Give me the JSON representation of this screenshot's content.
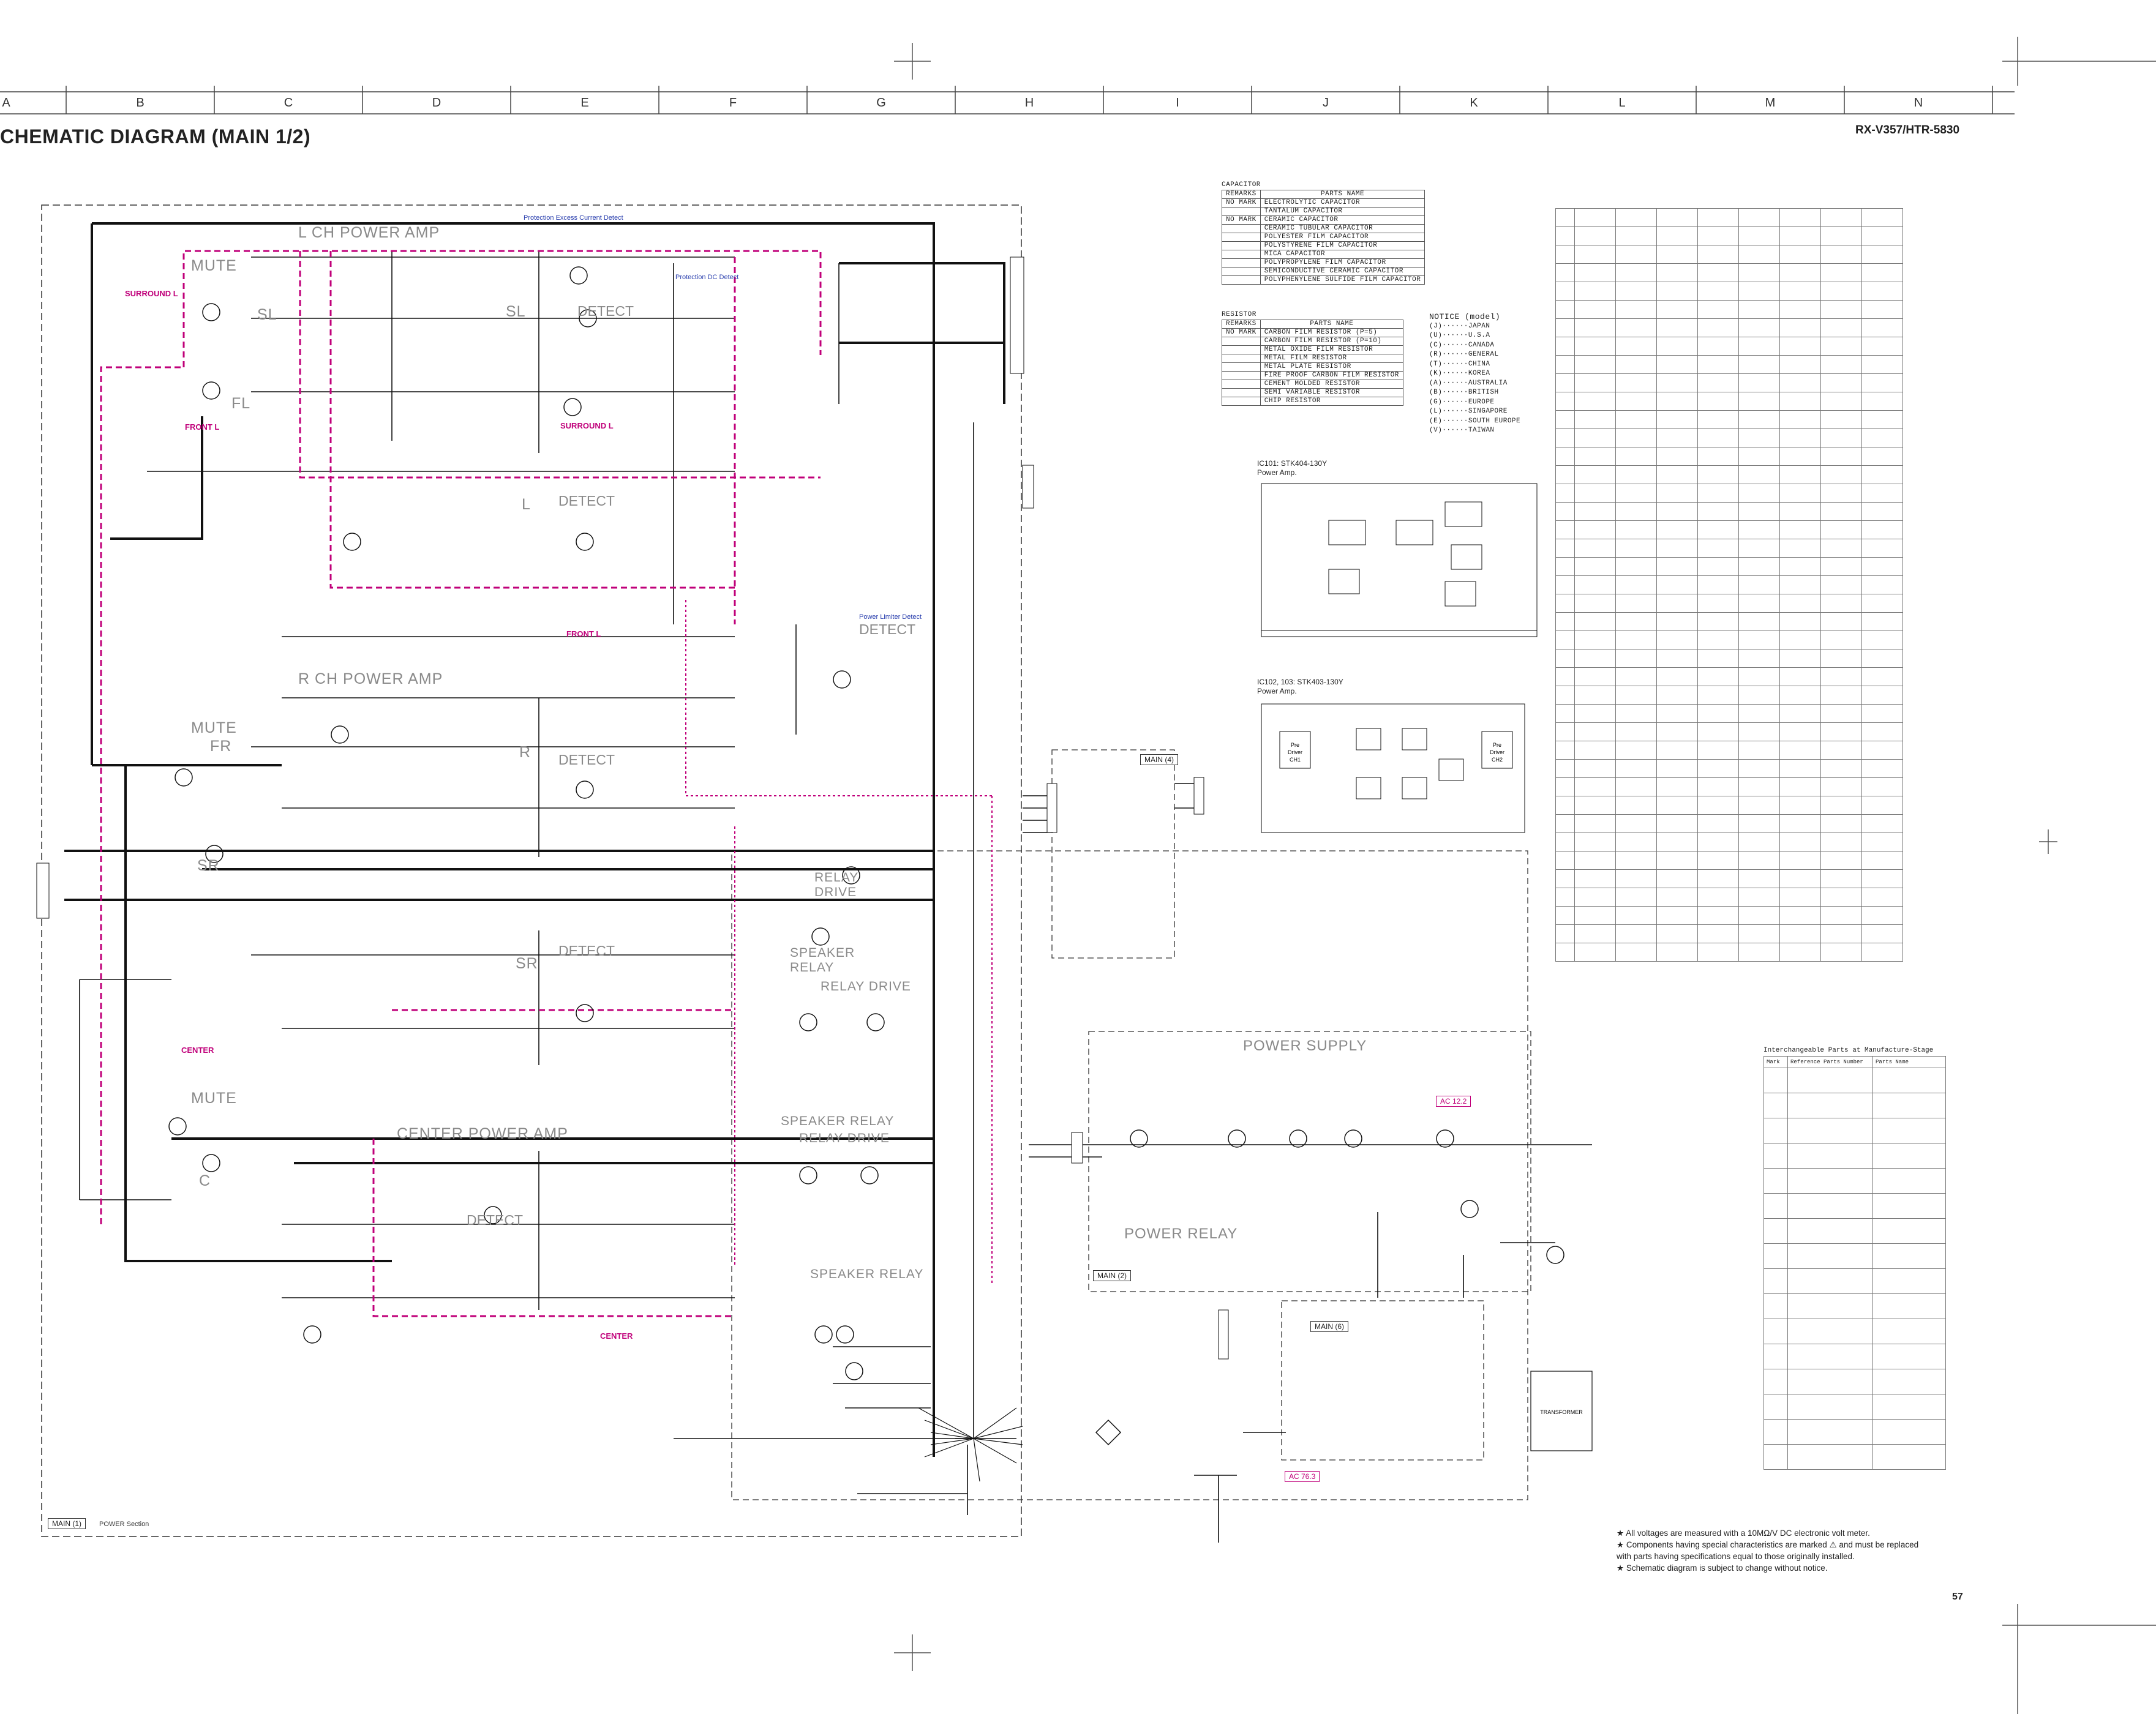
{
  "columns": [
    "A",
    "B",
    "C",
    "D",
    "E",
    "F",
    "G",
    "H",
    "I",
    "J",
    "K",
    "L",
    "M",
    "N"
  ],
  "title": "CHEMATIC DIAGRAM (MAIN 1/2)",
  "model": "RX-V357/HTR-5830",
  "page_number": "57",
  "blocks": {
    "lch_power_amp": "L CH POWER AMP",
    "rch_power_amp": "R CH POWER AMP",
    "center_power_amp": "CENTER POWER AMP",
    "mute_1": "MUTE",
    "mute_2": "MUTE",
    "mute_3": "MUTE",
    "detect_1": "DETECT",
    "detect_2": "DETECT",
    "detect_3": "DETECT",
    "detect_4": "DETECT",
    "detect_5": "DETECT",
    "detect_6": "DETECT",
    "sl_1": "SL",
    "sl_2": "SL",
    "fl": "FL",
    "l": "L",
    "fr": "FR",
    "r": "R",
    "sr_1": "SR",
    "sr_2": "SR",
    "c": "C",
    "relay_drive_1": "RELAY DRIVE",
    "speaker_relay_1": "SPEAKER RELAY",
    "relay_drive_2": "RELAY DRIVE",
    "speaker_relay_2": "SPEAKER RELAY",
    "relay_drive_3": "RELAY DRIVE",
    "speaker_relay_3": "SPEAKER RELAY",
    "power_supply": "POWER SUPPLY",
    "power_relay": "POWER RELAY"
  },
  "channel_labels": {
    "surround_l_1": "SURROUND L",
    "surround_l_2": "SURROUND L",
    "front_l_1": "FRONT L",
    "front_l_2": "FRONT L",
    "center_1": "CENTER",
    "center_2": "CENTER"
  },
  "annotations": {
    "protection_excess": "Protection Excess Current Detect",
    "protection_dc": "Protection DC Detect",
    "power_limiter": "Power Limiter Detect",
    "main_1": "MAIN (1)",
    "main_2": "MAIN (2)",
    "main_4": "MAIN (4)",
    "main_6": "MAIN (6)",
    "power_section": "POWER Section",
    "ac_1": "AC 12.2",
    "ac_2": "AC 76.3",
    "transformer": "TRANSFORMER"
  },
  "capacitor_legend": {
    "caption": "CAPACITOR",
    "header": [
      "REMARKS",
      "PARTS NAME"
    ],
    "rows": [
      [
        "NO MARK",
        "ELECTROLYTIC CAPACITOR"
      ],
      [
        "",
        "TANTALUM CAPACITOR"
      ],
      [
        "NO MARK",
        "CERAMIC CAPACITOR"
      ],
      [
        "",
        "CERAMIC TUBULAR CAPACITOR"
      ],
      [
        "",
        "POLYESTER FILM CAPACITOR"
      ],
      [
        "",
        "POLYSTYRENE FILM CAPACITOR"
      ],
      [
        "",
        "MICA CAPACITOR"
      ],
      [
        "",
        "POLYPROPYLENE FILM CAPACITOR"
      ],
      [
        "",
        "SEMICONDUCTIVE CERAMIC CAPACITOR"
      ],
      [
        "",
        "POLYPHENYLENE SULFIDE FILM CAPACITOR"
      ]
    ]
  },
  "resistor_legend": {
    "caption": "RESISTOR",
    "header": [
      "REMARKS",
      "PARTS NAME"
    ],
    "rows": [
      [
        "NO MARK",
        "CARBON FILM RESISTOR (P=5)"
      ],
      [
        "",
        "CARBON FILM RESISTOR (P=10)"
      ],
      [
        "",
        "METAL OXIDE FILM RESISTOR"
      ],
      [
        "",
        "METAL FILM RESISTOR"
      ],
      [
        "",
        "METAL PLATE RESISTOR"
      ],
      [
        "",
        "FIRE PROOF CARBON FILM RESISTOR"
      ],
      [
        "",
        "CEMENT MOLDED RESISTOR"
      ],
      [
        "",
        "SEMI VARIABLE RESISTOR"
      ],
      [
        "",
        "CHIP RESISTOR"
      ]
    ]
  },
  "notice": {
    "caption": "NOTICE (model)",
    "items": [
      "(J)······JAPAN",
      "(U)······U.S.A",
      "(C)······CANADA",
      "(R)······GENERAL",
      "(T)······CHINA",
      "(K)······KOREA",
      "(A)······AUSTRALIA",
      "(B)······BRITISH",
      "(G)······EUROPE",
      "(L)······SINGAPORE",
      "(E)······SOUTH EUROPE",
      "(V)······TAIWAN"
    ]
  },
  "ic_titles": {
    "ic101_line1": "IC101: STK404-130Y",
    "ic101_line2": "Power Amp.",
    "ic102_line1": "IC102, 103: STK403-130Y",
    "ic102_line2": "Power Amp."
  },
  "interchangeable": {
    "caption": "Interchangeable Parts at Manufacture-Stage",
    "header": [
      "Mark",
      "Reference Parts Number",
      "Parts Name"
    ]
  },
  "notes": [
    "★  All voltages are measured with a 10MΩ/V DC electronic volt meter.",
    "★  Components having special characteristics are marked ⚠ and must be replaced",
    "    with parts having specifications equal to those originally installed.",
    "★  Schematic diagram is subject to change without notice."
  ],
  "colors": {
    "protection_trace": "#c0007a",
    "block_text": "#8a8a8a",
    "wire": "#111111",
    "note_blue": "#2a3fae"
  }
}
